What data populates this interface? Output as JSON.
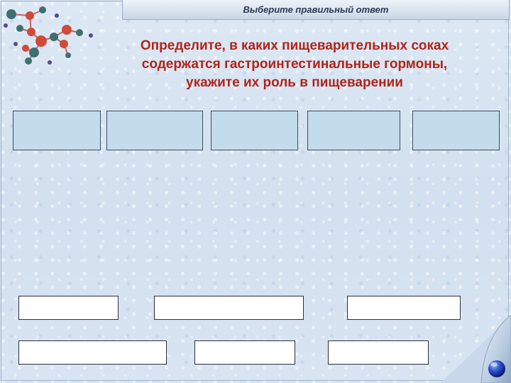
{
  "header": {
    "title": "Выберите правильный ответ"
  },
  "question": {
    "lines": [
      "Определите, в каких пищеварительных соках",
      "содержатся гастроинтестинальные гормоны,",
      "укажите их роль в пищеварении"
    ]
  },
  "answer_slots": [
    {
      "id": 1,
      "text": ""
    },
    {
      "id": 2,
      "text": ""
    },
    {
      "id": 3,
      "text": ""
    },
    {
      "id": 4,
      "text": ""
    },
    {
      "id": 5,
      "text": ""
    }
  ],
  "option_boxes": [
    {
      "id": 1,
      "text": ""
    },
    {
      "id": 2,
      "text": ""
    },
    {
      "id": 3,
      "text": ""
    },
    {
      "id": 4,
      "text": ""
    },
    {
      "id": 5,
      "text": ""
    },
    {
      "id": 6,
      "text": ""
    }
  ],
  "colors": {
    "question_text": "#b0241a",
    "slot_fill": "#c3dceb",
    "background": "#d6e3f1"
  },
  "icons": {
    "decoration": "molecule-icon",
    "navigation": "next-slide-orb-icon"
  }
}
